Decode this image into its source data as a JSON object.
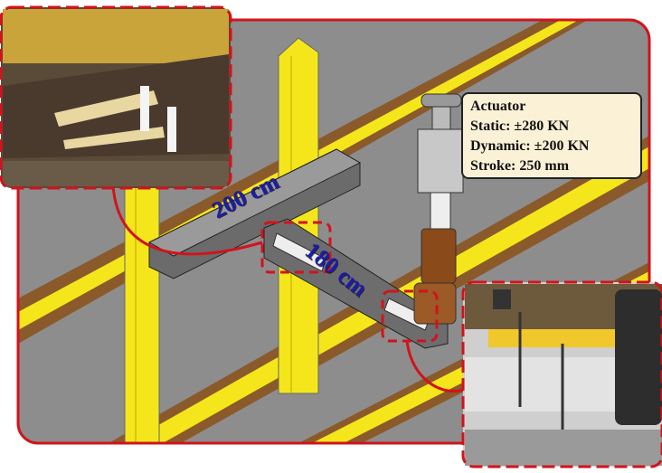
{
  "actuator": {
    "title": "Actuator",
    "static": "Static: ±280 KN",
    "dynamic": "Dynamic: ±200 KN",
    "stroke": "Stroke: 250 mm"
  },
  "dimensions": {
    "beam_length": "200 cm",
    "cantilever_length": "180 cm"
  },
  "colors": {
    "frame": "#f5e61c",
    "border": "#d2131b",
    "background": "#8d8d8d",
    "dimension_text": "#1c1ca8"
  }
}
